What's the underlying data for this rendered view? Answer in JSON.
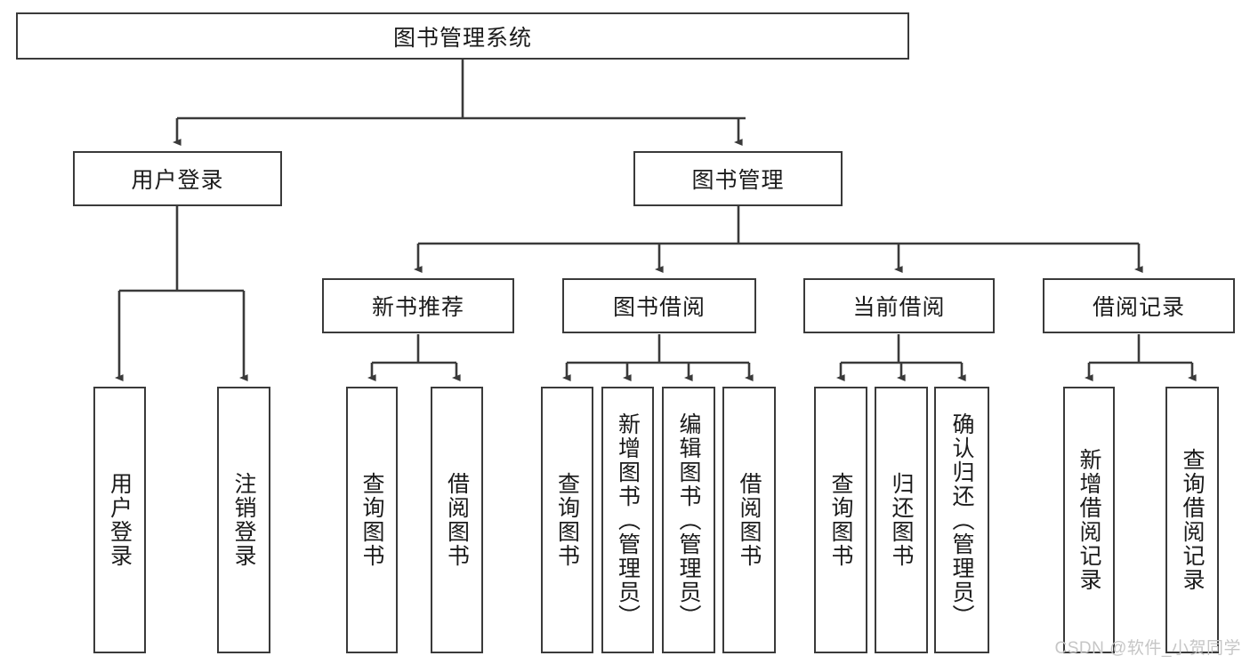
{
  "diagram": {
    "title": "图书管理系统",
    "type": "tree-hierarchy-chart",
    "root": {
      "label": "图书管理系统"
    },
    "level2": [
      {
        "label": "用户登录"
      },
      {
        "label": "图书管理"
      }
    ],
    "level3": [
      {
        "label": "新书推荐"
      },
      {
        "label": "图书借阅"
      },
      {
        "label": "当前借阅"
      },
      {
        "label": "借阅记录"
      }
    ],
    "leaves": {
      "user_login": [
        {
          "label": "用户登录"
        },
        {
          "label": "注销登录"
        }
      ],
      "new_book_recommend": [
        {
          "label": "查询图书"
        },
        {
          "label": "借阅图书"
        }
      ],
      "book_borrow": [
        {
          "label": "查询图书"
        },
        {
          "label": "新增图书（管理员）"
        },
        {
          "label": "编辑图书（管理员）"
        },
        {
          "label": "借阅图书"
        }
      ],
      "current_borrow": [
        {
          "label": "查询图书"
        },
        {
          "label": "归还图书"
        },
        {
          "label": "确认归还（管理员）"
        }
      ],
      "borrow_record": [
        {
          "label": "新增借阅记录"
        },
        {
          "label": "查询借阅记录"
        }
      ]
    }
  },
  "watermark": {
    "text": "CSDN @软件_小贺同学"
  },
  "colors": {
    "stroke": "#3a3a3a",
    "text": "#1b1b1b",
    "background": "#ffffff",
    "watermark": "#c6c6c6"
  }
}
